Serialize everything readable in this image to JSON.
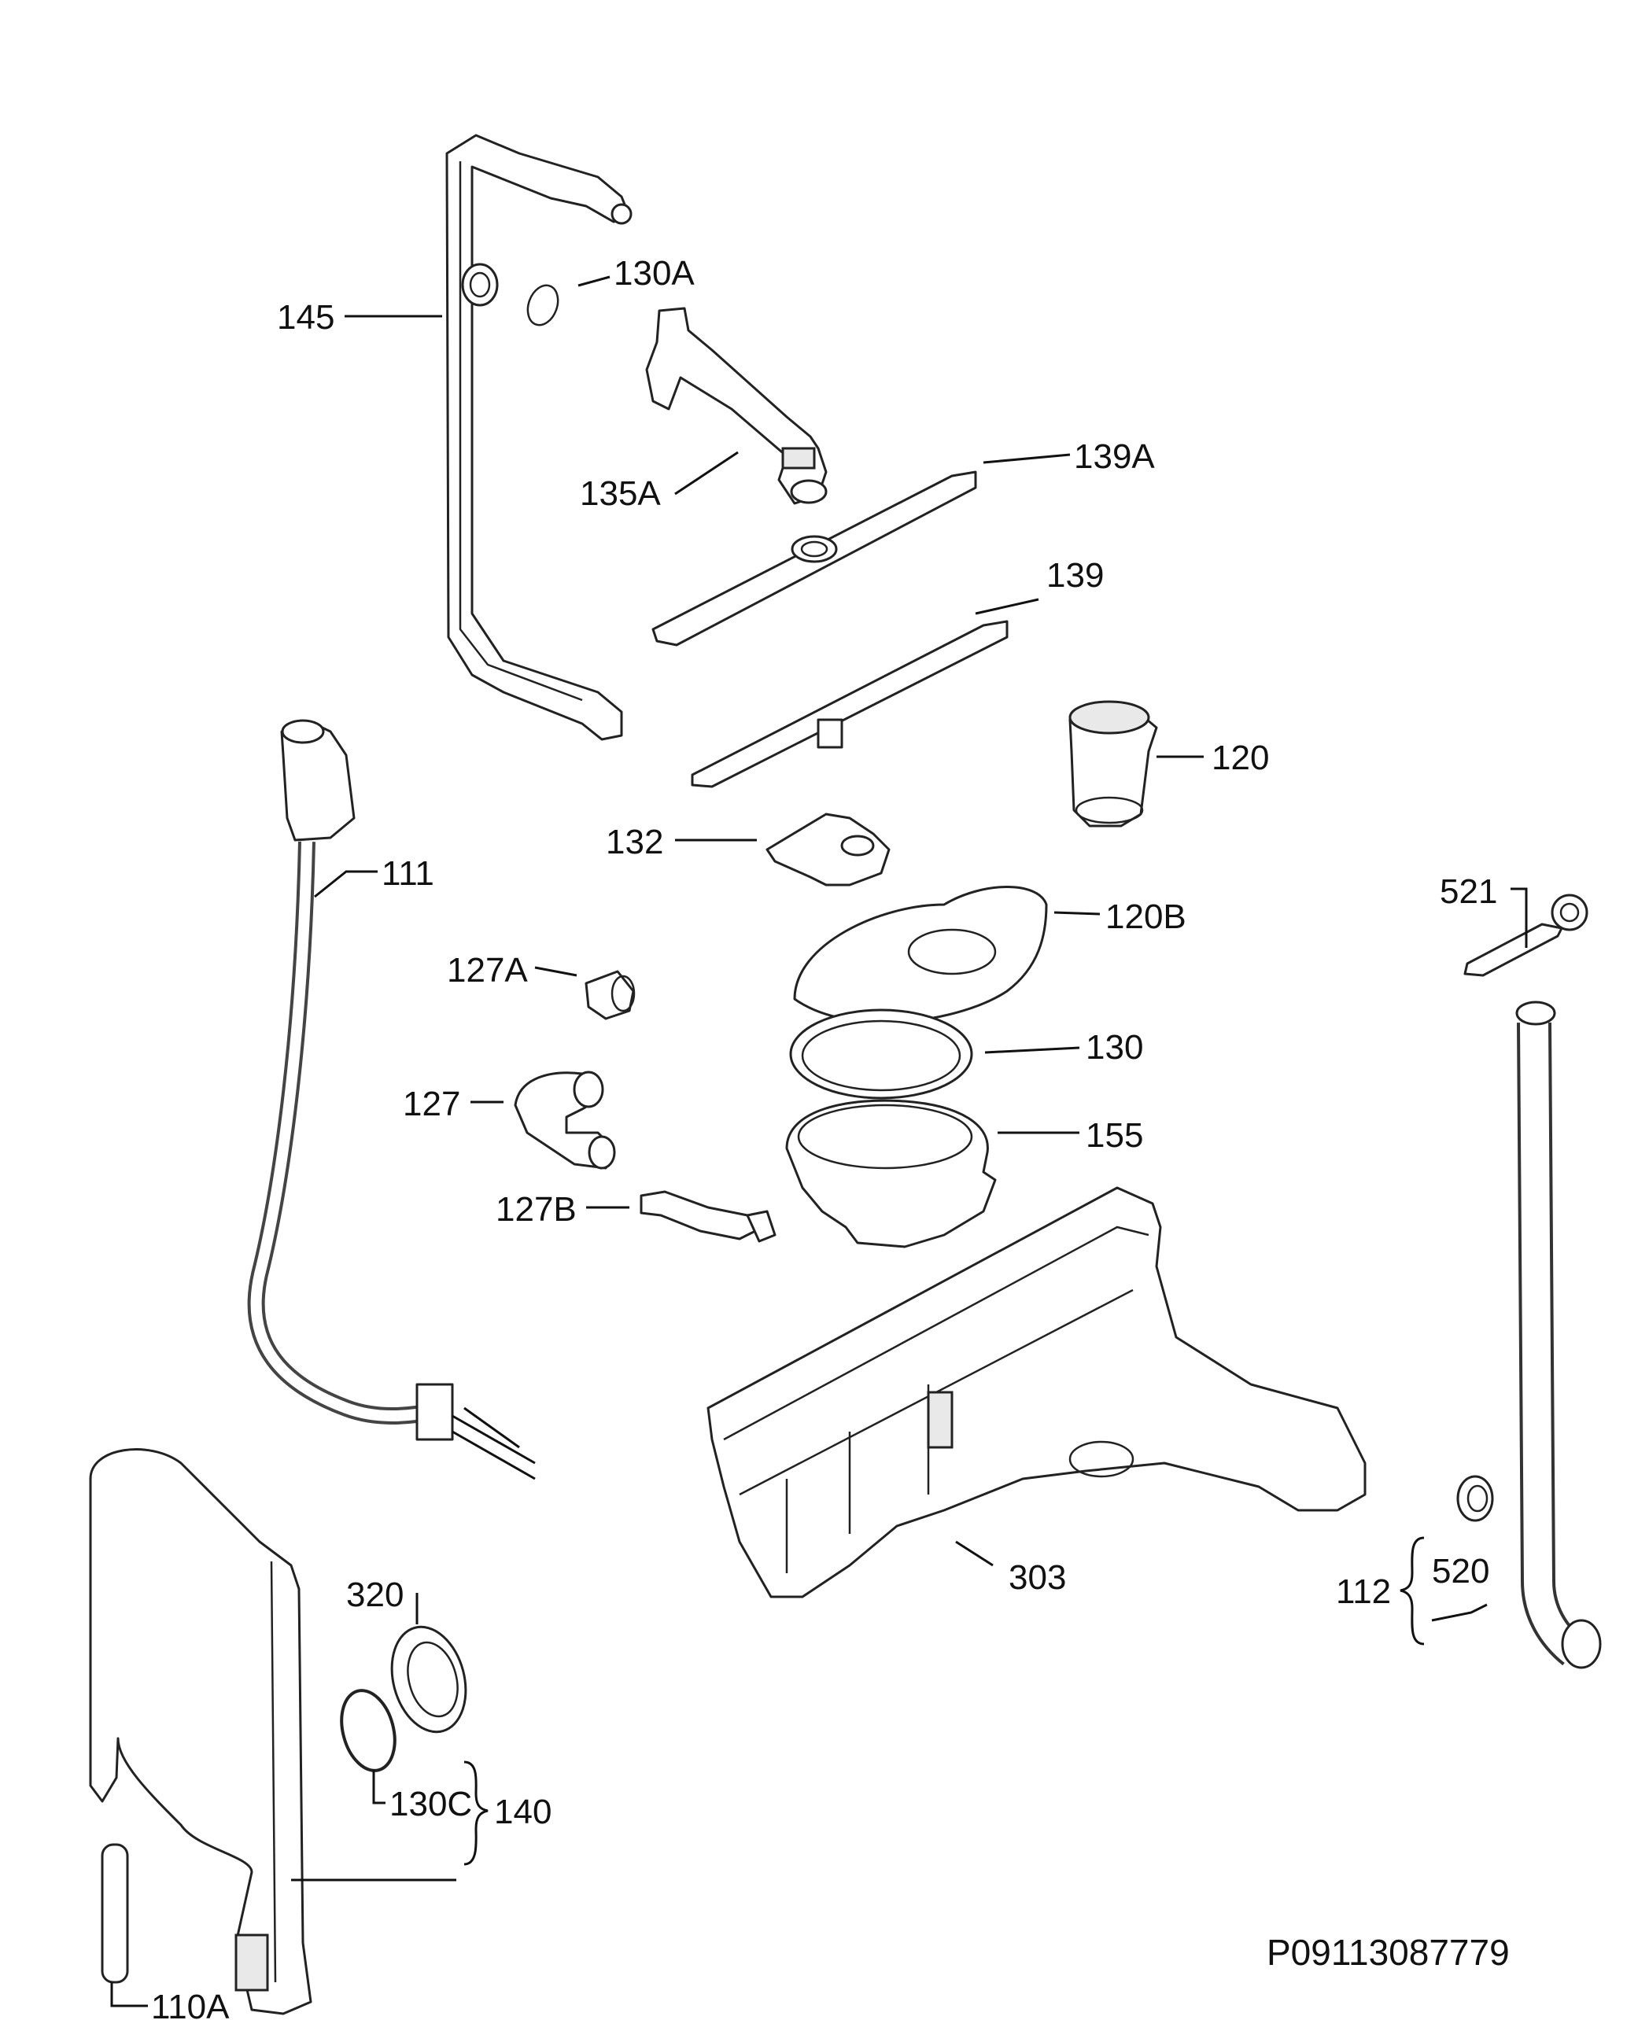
{
  "diagram": {
    "drawing_code": "P09113087779",
    "part_labels": {
      "p145": "145",
      "p130A": "130A",
      "p135A": "135A",
      "p139A": "139A",
      "p139": "139",
      "p120": "120",
      "p111": "111",
      "p132": "132",
      "p120B": "120B",
      "p521": "521",
      "p127A": "127A",
      "p130": "130",
      "p127": "127",
      "p155": "155",
      "p127B": "127B",
      "p303": "303",
      "p320": "320",
      "p520": "520",
      "p112": "112",
      "p130C": "130C",
      "p140": "140",
      "p110A": "110A"
    }
  }
}
